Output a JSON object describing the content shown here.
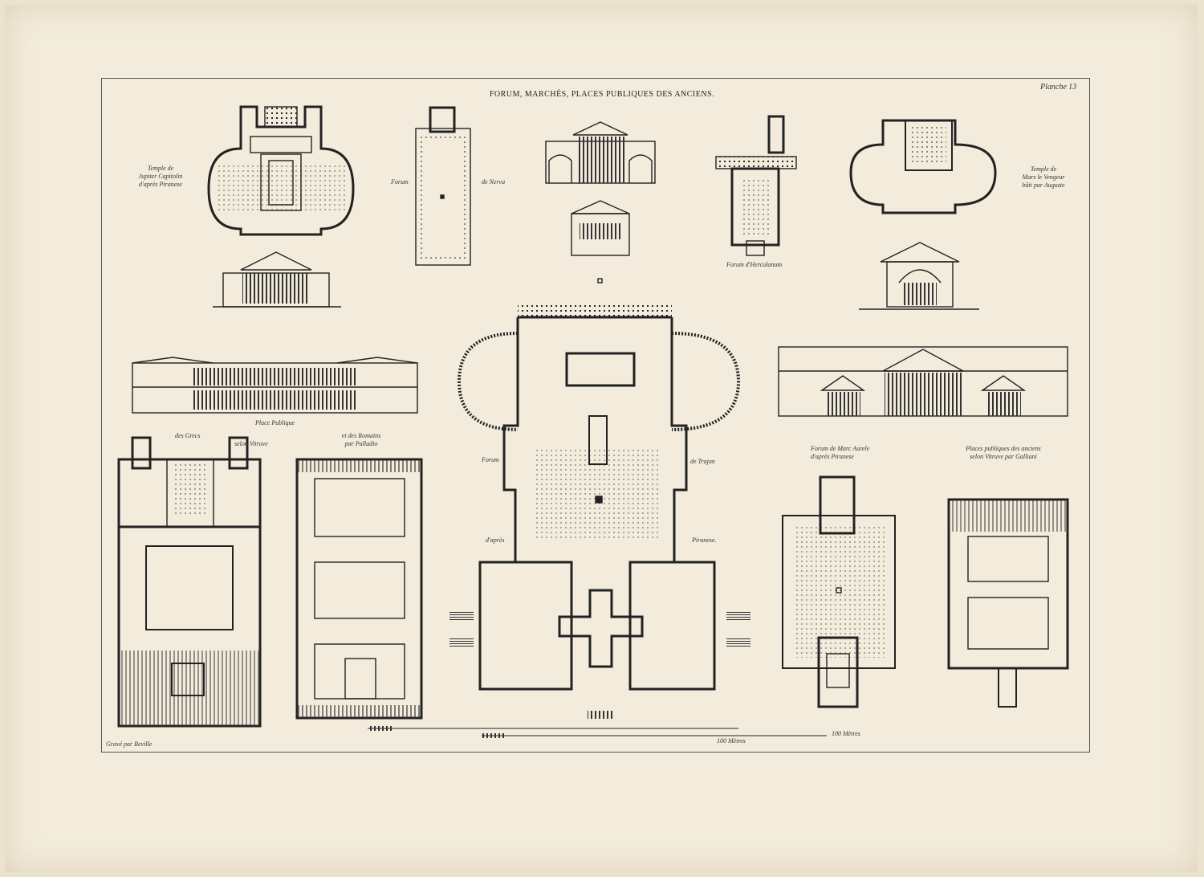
{
  "plate": {
    "title": "FORUM, MARCHÉS, PLACES PUBLIQUES DES ANCIENS.",
    "number": "Planche 13",
    "engraver": "Gravé par Reville"
  },
  "labels": {
    "jupiter": [
      "Temple de",
      "Jupiter Capitolin",
      "d'après Piranese"
    ],
    "nerva_left": "Forum",
    "nerva_right": "de Nerva",
    "herculanum": "Forum d'Herculanum",
    "mars": [
      "Temple de",
      "Mars le Vengeur",
      "bâti par Auguste"
    ],
    "place_publique": "Place Publique",
    "grecs": "des Grecs",
    "selon_vitruve": "selon Vitruve",
    "romains": [
      "et des Romains",
      "par Palladio"
    ],
    "trajan_forum": "Forum",
    "trajan_de": "de Trajan",
    "trajan_dapres": "d'après",
    "trajan_piranese": "Piranese.",
    "marc_aurele": [
      "Forum de Marc Aurele",
      "d'après  Piranese"
    ],
    "galliani": [
      "Places publiques des anciens",
      "selon Vitruve par Galliani"
    ]
  },
  "scales": {
    "left": "100 Mètres",
    "right": "100 Mètres"
  }
}
